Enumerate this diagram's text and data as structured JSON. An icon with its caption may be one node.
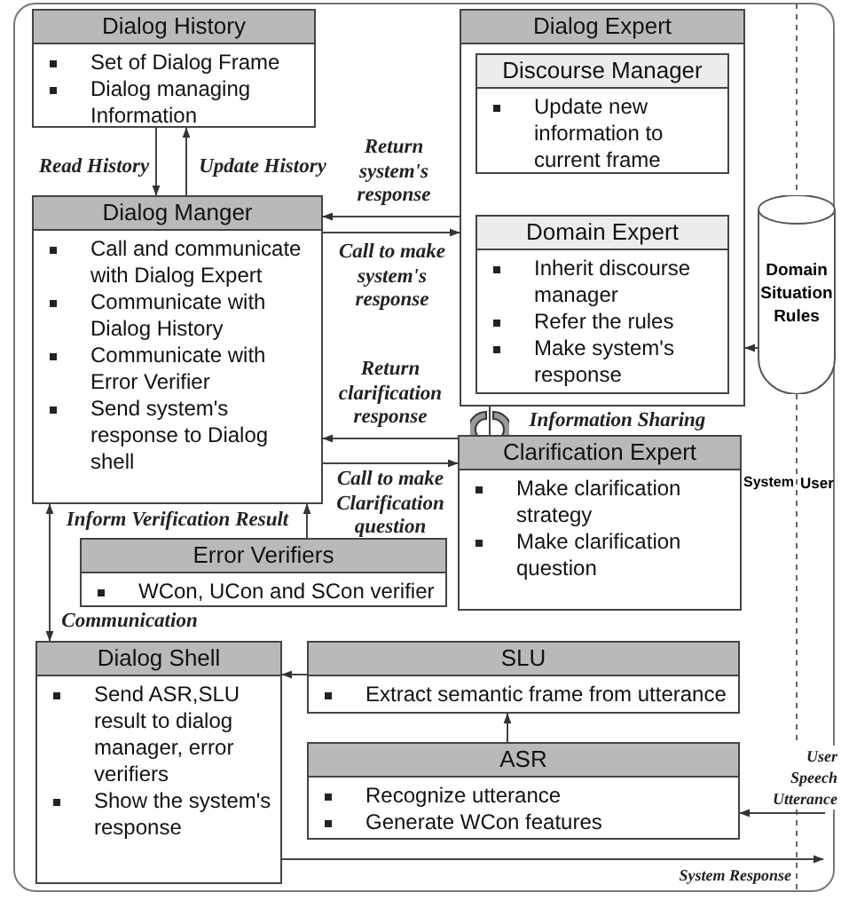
{
  "diagram": {
    "nodes": [
      {
        "text": [
          "Dialog History",
          "Set of Dialog Frame",
          "Dialog managing Information"
        ]
      },
      {
        "text": [
          "Dialog Manger",
          "Call and communicate with Dialog Expert",
          "Communicate with Dialog History",
          "Communicate with Error Verifier",
          "Send system's response to Dialog shell"
        ]
      },
      {
        "text": [
          "Dialog Expert"
        ]
      },
      {
        "text": [
          "Discourse Manager",
          "Update new information to current frame"
        ],
        "in": 2
      },
      {
        "text": [
          "Domain Expert",
          "Inherit discourse manager",
          "Refer the rules",
          "Make system's response"
        ],
        "in": 2
      },
      {
        "text": [
          "Domain Situation Rules"
        ]
      },
      {
        "text": [
          "Clarification Expert",
          "Make clarification strategy",
          "Make clarification question"
        ]
      },
      {
        "text": [
          "Error Verifiers",
          "WCon, UCon and SCon verifier"
        ]
      },
      {
        "text": [
          "Dialog Shell",
          "Send ASR,SLU result to dialog manager, error verifiers",
          "Show the system's response"
        ]
      },
      {
        "text": [
          "SLU",
          "Extract semantic frame from utterance"
        ]
      },
      {
        "text": [
          "ASR",
          "Recognize utterance",
          "Generate WCon features"
        ]
      }
    ],
    "edges": [
      {
        "from": 0,
        "to": 1,
        "arrow": "to",
        "label": "Read History"
      },
      {
        "from": 1,
        "to": 0,
        "arrow": "to",
        "label": "Update History"
      },
      {
        "from": 2,
        "to": 1,
        "arrow": "to",
        "label": "Return system's response"
      },
      {
        "from": 1,
        "to": 2,
        "arrow": "to",
        "label": "Call to make system's response"
      },
      {
        "from": 6,
        "to": 1,
        "arrow": "to",
        "label": "Return clarification response"
      },
      {
        "from": 1,
        "to": 6,
        "arrow": "to",
        "label": "Call to make Clarification question"
      },
      {
        "from": 7,
        "to": 1,
        "arrow": "to",
        "label": "Inform Verification Result"
      },
      {
        "from": 1,
        "to": 8,
        "arrow": "both",
        "label": "Communication"
      },
      {
        "from": 9,
        "to": 8,
        "arrow": "to"
      },
      {
        "from": 10,
        "to": 9,
        "arrow": "to"
      },
      {
        "from": null,
        "to": 10,
        "arrow": "to",
        "label": "User Speech Utterance"
      },
      {
        "from": 8,
        "to": null,
        "arrow": "to",
        "label": "System Response"
      },
      {
        "from": 5,
        "to": 2,
        "arrow": "to"
      },
      {
        "from": 2,
        "to": 6,
        "arrow": "other",
        "label": "Information Sharing"
      }
    ],
    "labels": [
      "System",
      "User"
    ]
  }
}
